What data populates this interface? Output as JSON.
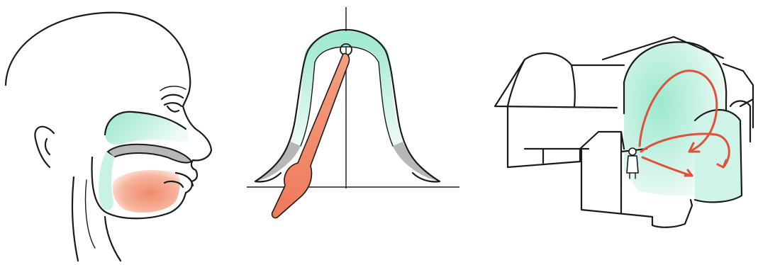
{
  "figure": {
    "panels": [
      "human-vocal-tract",
      "bell",
      "church-building"
    ],
    "colors": {
      "resonance": "#9be8cf",
      "resonance_light": "#e4f8f0",
      "excitation": "#ee7a5a",
      "excitation_light": "#f6b59e",
      "shell_grey": "#b7b7b7",
      "ink": "#1a1a1a",
      "sound_path": "#e0503a"
    },
    "icons": [
      "head-profile-icon",
      "bell-icon",
      "clapper-icon",
      "church-icon",
      "person-icon",
      "sound-arrow-icon"
    ]
  }
}
